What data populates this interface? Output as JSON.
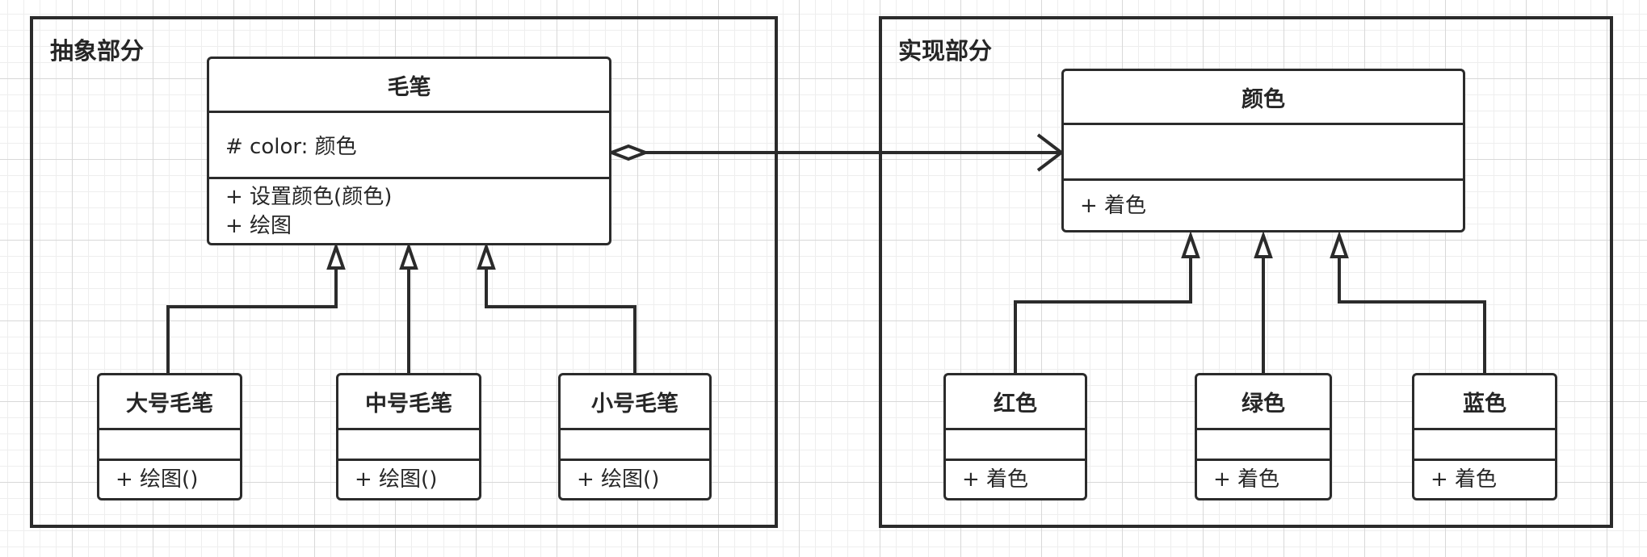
{
  "packages": {
    "abstraction": {
      "title": "抽象部分"
    },
    "implementation": {
      "title": "实现部分"
    }
  },
  "classes": {
    "brush": {
      "name": "毛笔",
      "attributes": [
        "# color: 颜色"
      ],
      "operations": [
        "+ 设置颜色(颜色)",
        "+ 绘图"
      ]
    },
    "large_brush": {
      "name": "大号毛笔",
      "attributes": [],
      "operations": [
        "+ 绘图()"
      ]
    },
    "medium_brush": {
      "name": "中号毛笔",
      "attributes": [],
      "operations": [
        "+ 绘图()"
      ]
    },
    "small_brush": {
      "name": "小号毛笔",
      "attributes": [],
      "operations": [
        "+ 绘图()"
      ]
    },
    "color": {
      "name": "颜色",
      "attributes": [],
      "operations": [
        "+ 着色"
      ]
    },
    "red": {
      "name": "红色",
      "attributes": [],
      "operations": [
        "+ 着色"
      ]
    },
    "green": {
      "name": "绿色",
      "attributes": [],
      "operations": [
        "+ 着色"
      ]
    },
    "blue": {
      "name": "蓝色",
      "attributes": [],
      "operations": [
        "+ 着色"
      ]
    }
  },
  "relations": [
    {
      "type": "aggregation",
      "from": "brush",
      "to": "color"
    },
    {
      "type": "generalization",
      "from": "large_brush",
      "to": "brush"
    },
    {
      "type": "generalization",
      "from": "medium_brush",
      "to": "brush"
    },
    {
      "type": "generalization",
      "from": "small_brush",
      "to": "brush"
    },
    {
      "type": "generalization",
      "from": "red",
      "to": "color"
    },
    {
      "type": "generalization",
      "from": "green",
      "to": "color"
    },
    {
      "type": "generalization",
      "from": "blue",
      "to": "color"
    }
  ],
  "colors": {
    "line": "#2b2b2b",
    "text": "#262626",
    "class_fill": "#ffffff",
    "grid_major": "#d8d8d8",
    "grid_minor": "#eeeeee"
  }
}
